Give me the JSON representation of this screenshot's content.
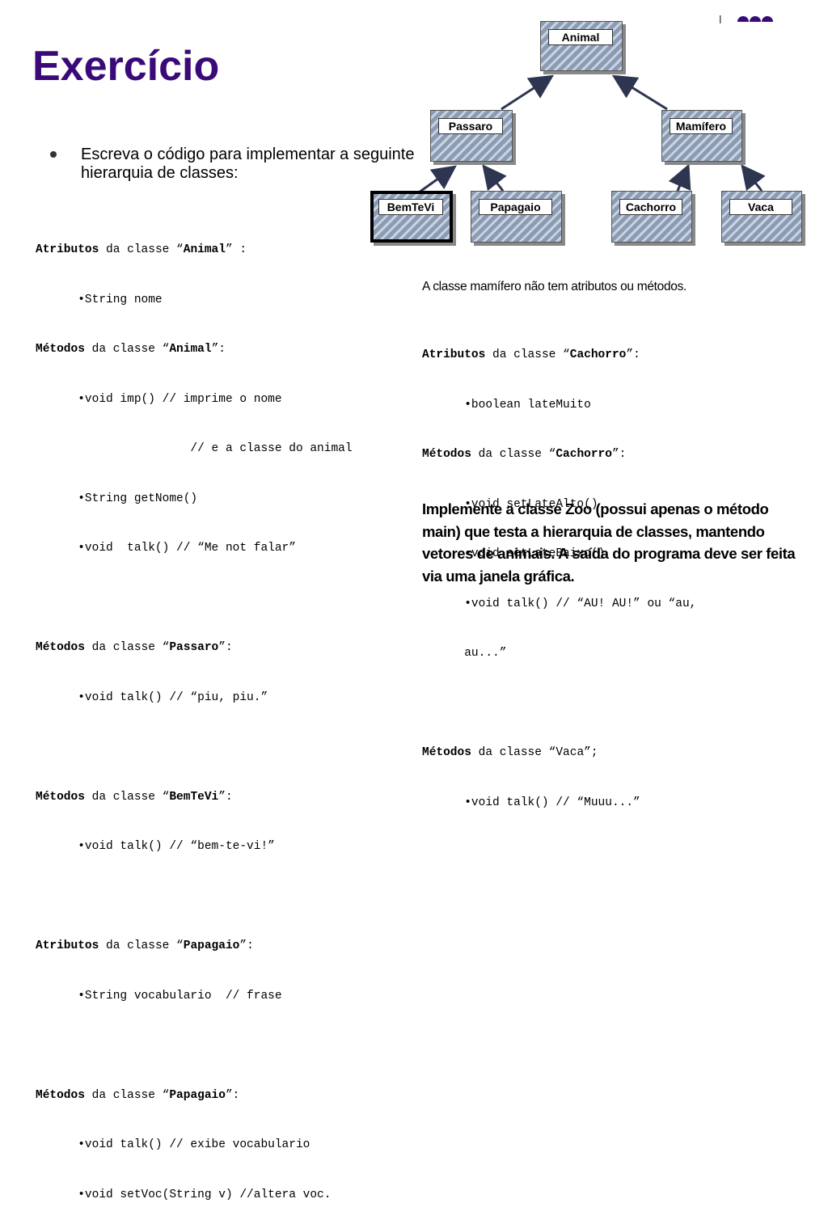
{
  "slide": {
    "title": "Exercício",
    "bullet": "Escreva o código para implementar a seguinte hierarquia de classes:"
  },
  "diagram": {
    "classes": {
      "animal": "Animal",
      "passaro": "Passaro",
      "mamifero": "Mamífero",
      "bemtevi": "BemTeVi",
      "papagaio": "Papagaio",
      "cachorro": "Cachorro",
      "vaca": "Vaca"
    }
  },
  "code_left": {
    "l1a": "Atributos",
    "l1b": " da classe “",
    "l1c": "Animal",
    "l1d": "” :",
    "l2": "      •String nome",
    "l3a": "Métodos",
    "l3b": " da classe “",
    "l3c": "Animal",
    "l3d": "”:",
    "l4": "      •void imp() // imprime o nome",
    "l5": "                      // e a classe do animal",
    "l6": "      •String getNome()",
    "l7": "      •void  talk() // “Me not falar”",
    "l9a": "Métodos",
    "l9b": " da classe “",
    "l9c": "Passaro",
    "l9d": "”:",
    "l10": "      •void talk() // “piu, piu.”",
    "l12a": "Métodos",
    "l12b": " da classe “",
    "l12c": "BemTeVi",
    "l12d": "”:",
    "l13": "      •void talk() // “bem-te-vi!”",
    "l15a": "Atributos",
    "l15b": " da classe “",
    "l15c": "Papagaio",
    "l15d": "”:",
    "l16": "      •String vocabulario  // frase",
    "l18a": "Métodos",
    "l18b": " da classe “",
    "l18c": "Papagaio",
    "l18d": "”:",
    "l19": "      •void talk() // exibe vocabulario",
    "l20": "      •void setVoc(String v) //altera voc."
  },
  "note": "A classe mamífero não tem atributos ou métodos.",
  "code_right": {
    "r1a": "Atributos",
    "r1b": " da classe “",
    "r1c": "Cachorro",
    "r1d": "”:",
    "r2": "      •boolean lateMuito",
    "r3a": "Métodos",
    "r3b": " da classe “",
    "r3c": "Cachorro",
    "r3d": "”:",
    "r4": "      •void setLateAlto()",
    "r5": "      •void setLateBaixo()",
    "r6": "      •void talk() // “AU! AU!” ou “au,",
    "r7": "      au...”",
    "r9a": "Métodos",
    "r9b": " da classe “Vaca”;",
    "r10": "      •void talk() // “Muuu...”"
  },
  "implement_text": "Implemente a classe Zoo (possui apenas o método main) que testa a hierarquia de classes, mantendo vetores de animais. A saída do programa deve ser feita via uma janela gráfica.",
  "colors": {
    "title": "#3a0a78",
    "deco": "#3a0a78",
    "arrow": "#2e3550"
  }
}
